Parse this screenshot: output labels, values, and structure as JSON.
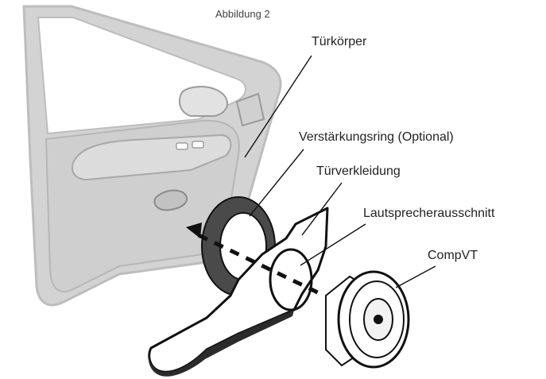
{
  "figure": {
    "caption": "Abbildung 2"
  },
  "callouts": {
    "tuerkoerper": "Türkörper",
    "verstaerkungsring": "Verstärkungsring (Optional)",
    "tuerverkleidung": "Türverkleidung",
    "lautsprecherausschnitt": "Lautsprecherausschnitt",
    "compvt": "CompVT"
  },
  "colors": {
    "door_gray": "#c9c9c9",
    "door_shadow": "#b3b3b3",
    "ring_dark": "#4a4a4a",
    "outline": "#111111"
  }
}
